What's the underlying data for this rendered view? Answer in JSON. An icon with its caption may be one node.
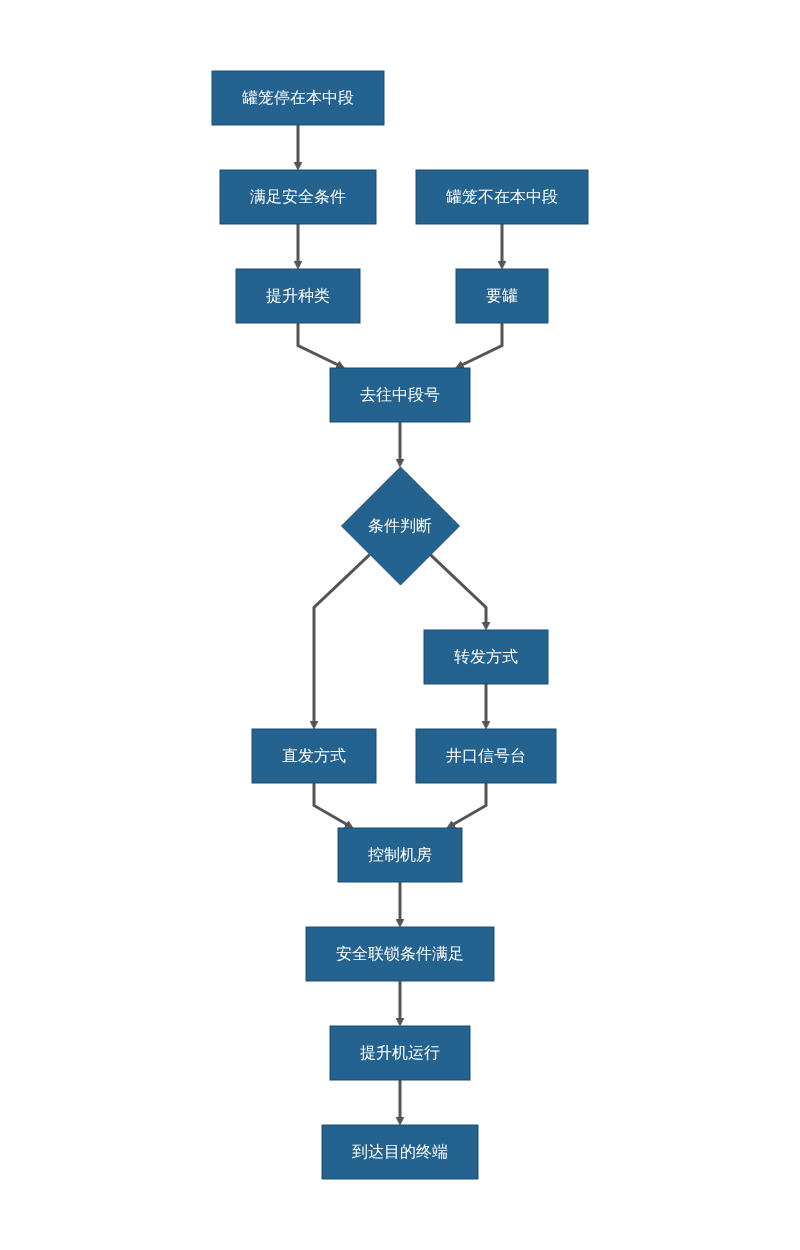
{
  "diagram": {
    "nodes": [
      {
        "text": [
          "罐笼停在本中段"
        ]
      },
      {
        "text": [
          "满足安全条件"
        ]
      },
      {
        "text": [
          "罐笼不在本中段"
        ]
      },
      {
        "text": [
          "提升种类"
        ]
      },
      {
        "text": [
          "要罐"
        ]
      },
      {
        "text": [
          "去往中段号"
        ]
      },
      {
        "text": [
          "条件判断"
        ]
      },
      {
        "text": [
          "直发方式"
        ]
      },
      {
        "text": [
          "井口信号台"
        ]
      },
      {
        "text": [
          "转发方式"
        ]
      },
      {
        "text": [
          "控制机房"
        ]
      },
      {
        "text": [
          "安全联锁条件满足"
        ]
      },
      {
        "text": [
          "提升机运行"
        ]
      },
      {
        "text": [
          "到达目的终端"
        ]
      }
    ],
    "edges": [
      {
        "from": 0,
        "to": 1,
        "arrow": "to"
      },
      {
        "from": 1,
        "to": 3,
        "arrow": "to"
      },
      {
        "from": 2,
        "to": 4,
        "arrow": "to"
      },
      {
        "from": 3,
        "to": 5,
        "arrow": "to"
      },
      {
        "from": 4,
        "to": 5,
        "arrow": "to"
      },
      {
        "from": 5,
        "to": 6,
        "arrow": "to"
      },
      {
        "from": 6,
        "to": 7,
        "arrow": "to"
      },
      {
        "from": 6,
        "to": 9,
        "arrow": "to"
      },
      {
        "from": 9,
        "to": 8,
        "arrow": "to"
      },
      {
        "from": 7,
        "to": 10,
        "arrow": "to"
      },
      {
        "from": 8,
        "to": 10,
        "arrow": "to"
      },
      {
        "from": 10,
        "to": 11,
        "arrow": "to"
      },
      {
        "from": 11,
        "to": 12,
        "arrow": "to"
      },
      {
        "from": 12,
        "to": 13,
        "arrow": "to"
      }
    ]
  }
}
